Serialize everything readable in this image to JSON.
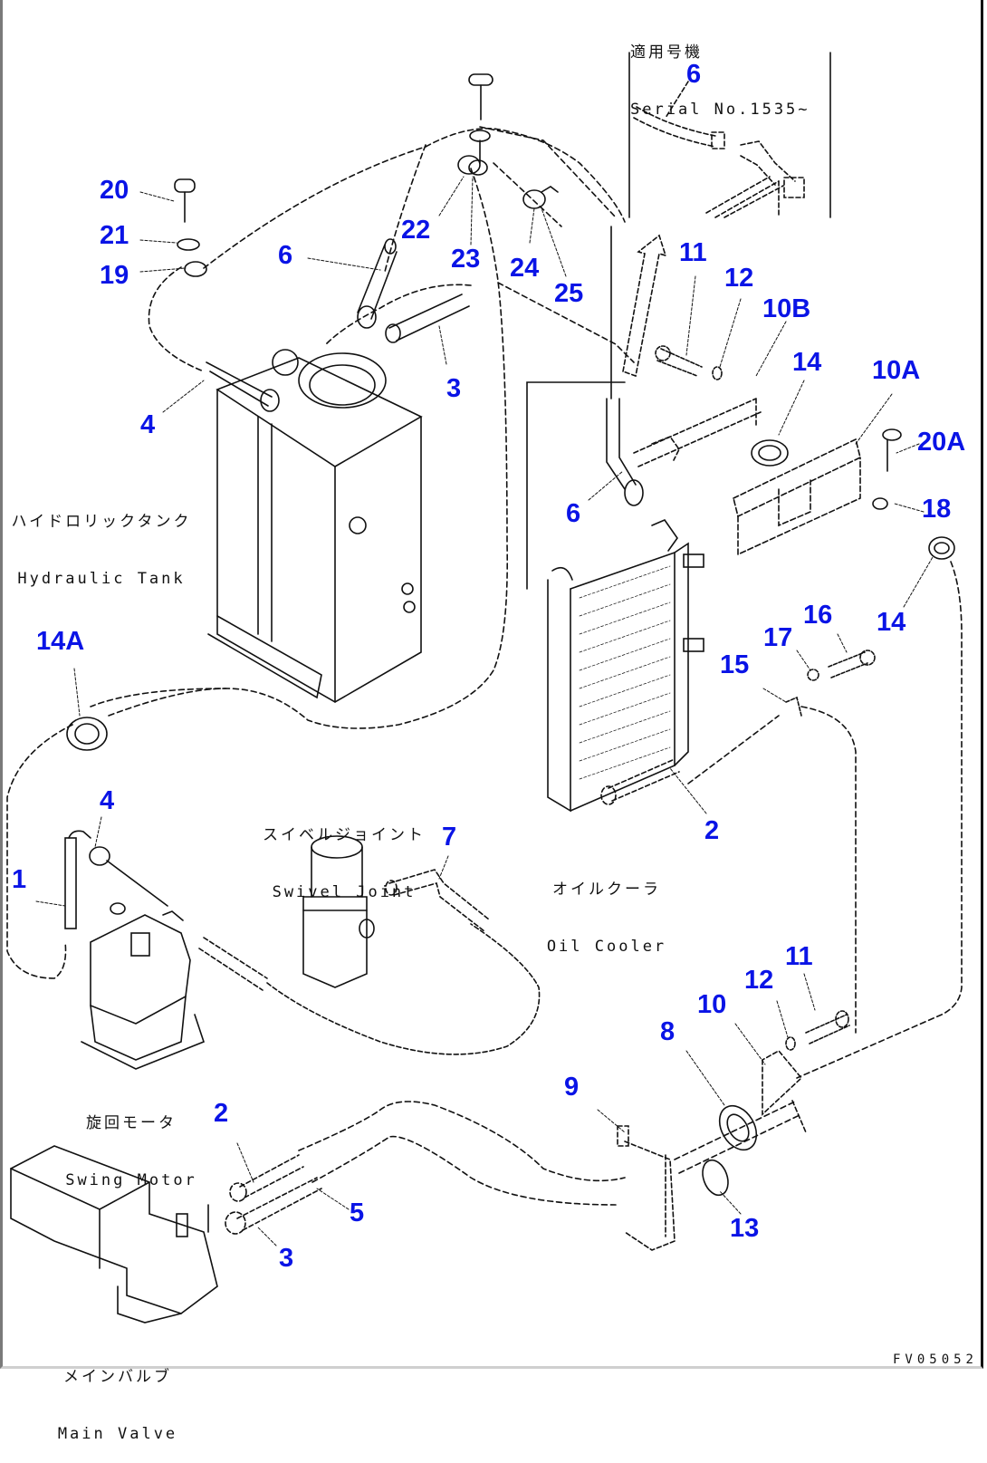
{
  "drawing": {
    "title": "Hydraulic piping diagram (Oil cooler lines)",
    "drawing_code": "FV05052",
    "inset": {
      "caption_jp": "適用号機",
      "caption_en": "Serial No.1535~"
    },
    "components": [
      {
        "id": "hydraulic-tank",
        "jp": "ハイドロリックタンク",
        "en": "Hydraulic Tank"
      },
      {
        "id": "swivel-joint",
        "jp": "スイベルジョイント",
        "en": "Swivel Joint"
      },
      {
        "id": "oil-cooler",
        "jp": "オイルクーラ",
        "en": "Oil Cooler"
      },
      {
        "id": "swing-motor",
        "jp": "旋回モータ",
        "en": "Swing Motor"
      },
      {
        "id": "main-valve",
        "jp": "メインバルブ",
        "en": "Main Valve"
      }
    ],
    "part_labels": [
      {
        "text": "6",
        "area": "inset"
      },
      {
        "text": "20"
      },
      {
        "text": "21"
      },
      {
        "text": "19"
      },
      {
        "text": "22"
      },
      {
        "text": "23"
      },
      {
        "text": "24"
      },
      {
        "text": "25"
      },
      {
        "text": "6"
      },
      {
        "text": "3"
      },
      {
        "text": "4"
      },
      {
        "text": "11"
      },
      {
        "text": "12"
      },
      {
        "text": "10B"
      },
      {
        "text": "14"
      },
      {
        "text": "10A"
      },
      {
        "text": "20A"
      },
      {
        "text": "18"
      },
      {
        "text": "6"
      },
      {
        "text": "14"
      },
      {
        "text": "16"
      },
      {
        "text": "17"
      },
      {
        "text": "15"
      },
      {
        "text": "14A"
      },
      {
        "text": "2"
      },
      {
        "text": "4"
      },
      {
        "text": "1"
      },
      {
        "text": "7"
      },
      {
        "text": "11"
      },
      {
        "text": "12"
      },
      {
        "text": "10"
      },
      {
        "text": "8"
      },
      {
        "text": "9"
      },
      {
        "text": "2"
      },
      {
        "text": "5"
      },
      {
        "text": "3"
      },
      {
        "text": "13"
      }
    ],
    "colors": {
      "label": "#0a14e6",
      "line": "#111111",
      "background": "#ffffff"
    }
  }
}
